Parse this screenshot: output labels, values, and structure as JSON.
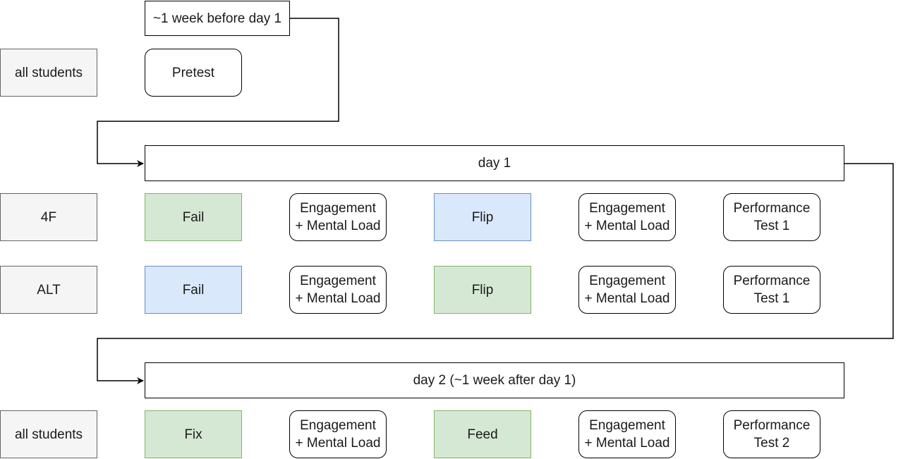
{
  "phases": {
    "pre": "~1 week before day 1",
    "day1": "day 1",
    "day2": "day 2 (~1 week after day 1)"
  },
  "groups": {
    "all_students_pre": "all students",
    "group_4f": "4F",
    "group_alt": "ALT",
    "all_students_day2": "all students"
  },
  "steps": {
    "pretest": "Pretest",
    "fail": "Fail",
    "flip": "Flip",
    "fix": "Fix",
    "feed": "Feed",
    "engagement": "Engagement\n+ Mental Load",
    "performance_test_1": "Performance\nTest 1",
    "performance_test_2": "Performance\nTest 2"
  },
  "colors": {
    "green_fill": "#d5e8d4",
    "green_border": "#82b366",
    "blue_fill": "#dae8fc",
    "blue_border": "#6c8ebf",
    "group_fill": "#f5f5f5"
  }
}
